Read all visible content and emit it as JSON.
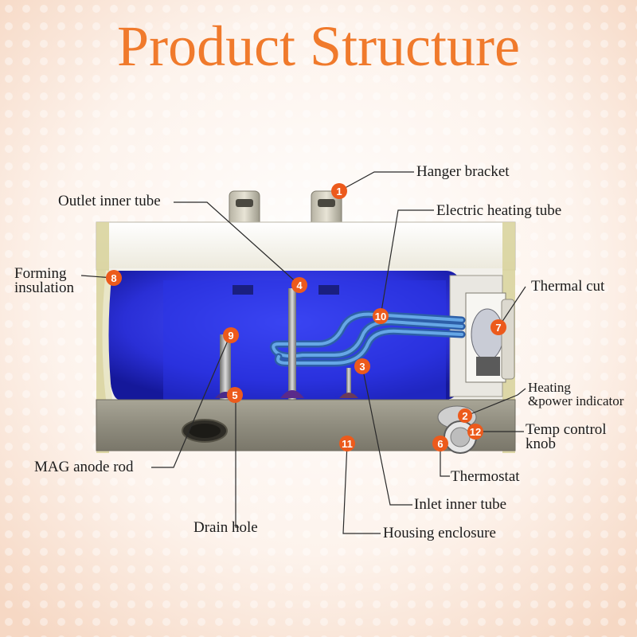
{
  "title": "Product Structure",
  "labels": {
    "hanger_bracket": "Hanger bracket",
    "outlet_inner_tube": "Outlet inner tube",
    "electric_heating_tube": "Electric heating tube",
    "forming": "Forming",
    "insulation": "insulation",
    "thermal_cut": "Thermal cut",
    "heating": "Heating",
    "power_indicator": "&power indicator",
    "temp_control": "Temp control",
    "knob": "knob",
    "mag_anode_rod": "MAG anode rod",
    "thermostat": "Thermostat",
    "inlet_inner_tube": "Inlet inner tube",
    "drain_hole": "Drain hole",
    "housing_enclosure": "Housing enclosure"
  },
  "markers": [
    "1",
    "2",
    "3",
    "4",
    "5",
    "6",
    "7",
    "8",
    "9",
    "10",
    "11",
    "12"
  ],
  "colors": {
    "title": "#f07a2c",
    "marker": "#ec5a1c",
    "tank_blue": "#2a2fd6",
    "housing": "#9a9788"
  }
}
